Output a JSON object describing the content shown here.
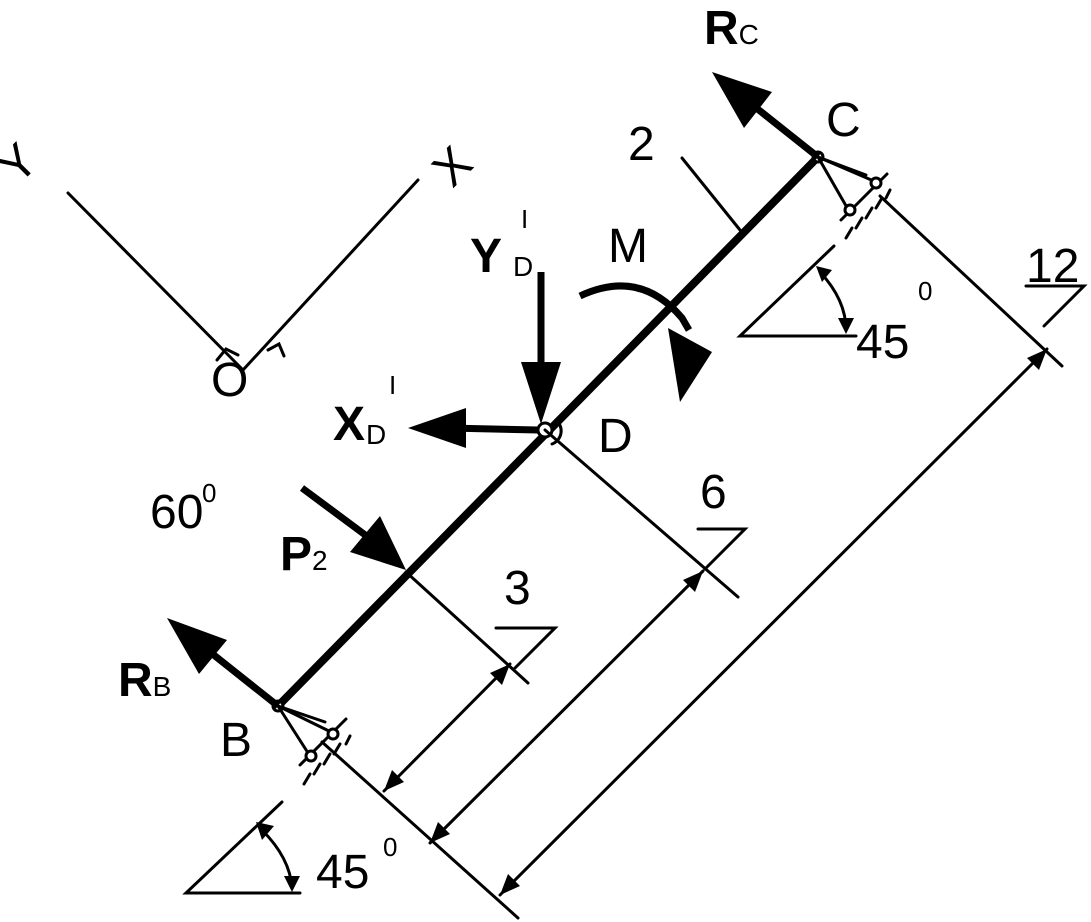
{
  "axes": {
    "x_label": "X",
    "y_label": "Y",
    "origin_label": "O"
  },
  "points": {
    "b": "B",
    "c": "C",
    "d": "D"
  },
  "reactions": {
    "rc": {
      "main": "R",
      "sub": "C"
    },
    "rb": {
      "main": "R",
      "sub": "B"
    }
  },
  "hinge_forces": {
    "yd": {
      "main": "Y",
      "sub": "D",
      "sup": "I"
    },
    "xd": {
      "main": "X",
      "sub": "D",
      "sup": "I"
    }
  },
  "load_p2": {
    "main": "P",
    "sub": "2"
  },
  "moment_label": "M",
  "member_label": "2",
  "angles": {
    "p2_angle": {
      "value": "60",
      "sup": "0"
    },
    "support_c": {
      "value": "45",
      "sup": "0"
    },
    "support_b": {
      "value": "45",
      "sup": "0"
    }
  },
  "dimensions": {
    "d3": "3",
    "d6": "6",
    "d12": "12"
  }
}
